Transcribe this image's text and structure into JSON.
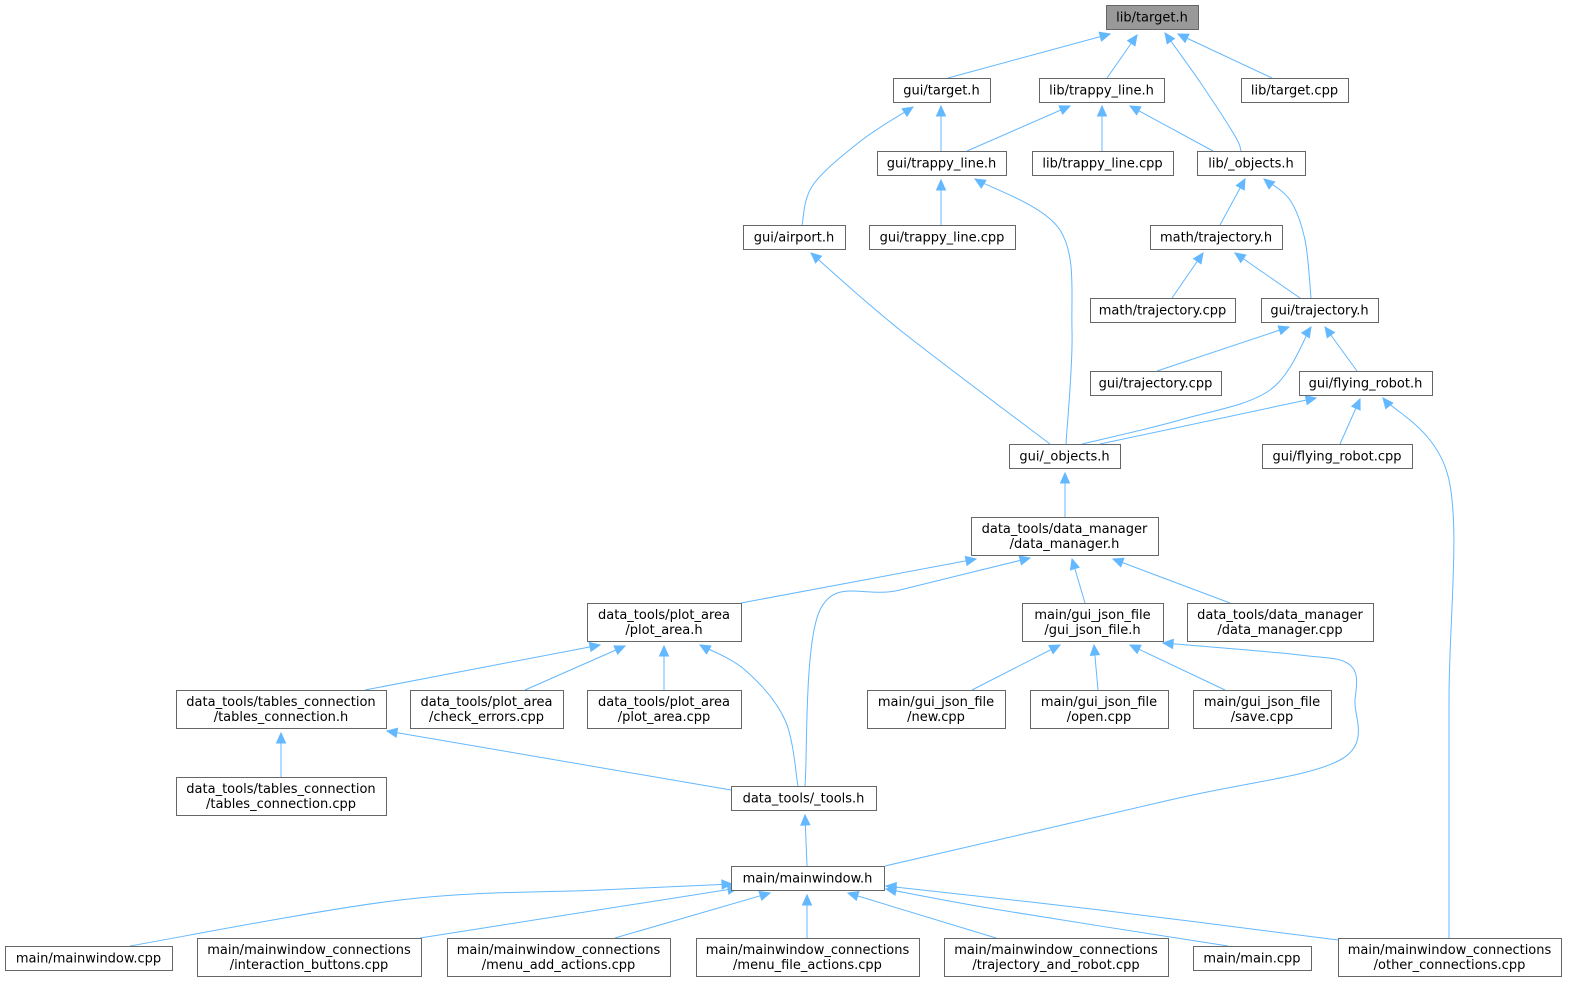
{
  "diagram": {
    "type": "include-dependency-graph",
    "colors": {
      "edge": "#63b8ff",
      "node_border": "#666666",
      "root_fill": "#999999",
      "node_fill": "#ffffff"
    },
    "nodes": [
      {
        "id": "lib_target_h",
        "lines": [
          "lib/target.h"
        ],
        "root": true
      },
      {
        "id": "gui_target_h",
        "lines": [
          "gui/target.h"
        ]
      },
      {
        "id": "lib_trappy_line_h",
        "lines": [
          "lib/trappy_line.h"
        ]
      },
      {
        "id": "lib_target_cpp",
        "lines": [
          "lib/target.cpp"
        ]
      },
      {
        "id": "gui_trappy_line_h",
        "lines": [
          "gui/trappy_line.h"
        ]
      },
      {
        "id": "lib_trappy_line_cpp",
        "lines": [
          "lib/trappy_line.cpp"
        ]
      },
      {
        "id": "lib_objects_h",
        "lines": [
          "lib/_objects.h"
        ]
      },
      {
        "id": "gui_airport_h",
        "lines": [
          "gui/airport.h"
        ]
      },
      {
        "id": "gui_trappy_line_cpp",
        "lines": [
          "gui/trappy_line.cpp"
        ]
      },
      {
        "id": "math_trajectory_h",
        "lines": [
          "math/trajectory.h"
        ]
      },
      {
        "id": "math_trajectory_cpp",
        "lines": [
          "math/trajectory.cpp"
        ]
      },
      {
        "id": "gui_trajectory_h",
        "lines": [
          "gui/trajectory.h"
        ]
      },
      {
        "id": "gui_trajectory_cpp",
        "lines": [
          "gui/trajectory.cpp"
        ]
      },
      {
        "id": "gui_flying_robot_h",
        "lines": [
          "gui/flying_robot.h"
        ]
      },
      {
        "id": "gui_objects_h",
        "lines": [
          "gui/_objects.h"
        ]
      },
      {
        "id": "gui_flying_robot_cpp",
        "lines": [
          "gui/flying_robot.cpp"
        ]
      },
      {
        "id": "dm_h",
        "lines": [
          "data_tools/data_manager",
          "/data_manager.h"
        ]
      },
      {
        "id": "plot_area_h",
        "lines": [
          "data_tools/plot_area",
          "/plot_area.h"
        ]
      },
      {
        "id": "gui_json_h",
        "lines": [
          "main/gui_json_file",
          "/gui_json_file.h"
        ]
      },
      {
        "id": "dm_cpp",
        "lines": [
          "data_tools/data_manager",
          "/data_manager.cpp"
        ]
      },
      {
        "id": "tables_h",
        "lines": [
          "data_tools/tables_connection",
          "/tables_connection.h"
        ]
      },
      {
        "id": "check_errors_cpp",
        "lines": [
          "data_tools/plot_area",
          "/check_errors.cpp"
        ]
      },
      {
        "id": "plot_area_cpp",
        "lines": [
          "data_tools/plot_area",
          "/plot_area.cpp"
        ]
      },
      {
        "id": "json_new_cpp",
        "lines": [
          "main/gui_json_file",
          "/new.cpp"
        ]
      },
      {
        "id": "json_open_cpp",
        "lines": [
          "main/gui_json_file",
          "/open.cpp"
        ]
      },
      {
        "id": "json_save_cpp",
        "lines": [
          "main/gui_json_file",
          "/save.cpp"
        ]
      },
      {
        "id": "tables_cpp",
        "lines": [
          "data_tools/tables_connection",
          "/tables_connection.cpp"
        ]
      },
      {
        "id": "tools_h",
        "lines": [
          "data_tools/_tools.h"
        ]
      },
      {
        "id": "mainwindow_h",
        "lines": [
          "main/mainwindow.h"
        ]
      },
      {
        "id": "mainwindow_cpp",
        "lines": [
          "main/mainwindow.cpp"
        ]
      },
      {
        "id": "interaction_buttons_cpp",
        "lines": [
          "main/mainwindow_connections",
          "/interaction_buttons.cpp"
        ]
      },
      {
        "id": "menu_add_actions_cpp",
        "lines": [
          "main/mainwindow_connections",
          "/menu_add_actions.cpp"
        ]
      },
      {
        "id": "menu_file_actions_cpp",
        "lines": [
          "main/mainwindow_connections",
          "/menu_file_actions.cpp"
        ]
      },
      {
        "id": "traj_robot_cpp",
        "lines": [
          "main/mainwindow_connections",
          "/trajectory_and_robot.cpp"
        ]
      },
      {
        "id": "main_cpp",
        "lines": [
          "main/main.cpp"
        ]
      },
      {
        "id": "other_connections_cpp",
        "lines": [
          "main/mainwindow_connections",
          "/other_connections.cpp"
        ]
      }
    ],
    "edges": [
      {
        "from": "gui_target_h",
        "to": "lib_target_h"
      },
      {
        "from": "lib_trappy_line_h",
        "to": "lib_target_h"
      },
      {
        "from": "lib_target_cpp",
        "to": "lib_target_h"
      },
      {
        "from": "lib_objects_h",
        "to": "lib_target_h"
      },
      {
        "from": "gui_trappy_line_h",
        "to": "gui_target_h"
      },
      {
        "from": "gui_airport_h",
        "to": "gui_target_h"
      },
      {
        "from": "gui_trappy_line_h",
        "to": "lib_trappy_line_h"
      },
      {
        "from": "lib_trappy_line_cpp",
        "to": "lib_trappy_line_h"
      },
      {
        "from": "lib_objects_h",
        "to": "lib_trappy_line_h"
      },
      {
        "from": "gui_trappy_line_cpp",
        "to": "gui_trappy_line_h"
      },
      {
        "from": "gui_objects_h",
        "to": "gui_trappy_line_h"
      },
      {
        "from": "math_trajectory_h",
        "to": "lib_objects_h"
      },
      {
        "from": "gui_trajectory_h",
        "to": "lib_objects_h"
      },
      {
        "from": "gui_objects_h",
        "to": "gui_airport_h"
      },
      {
        "from": "math_trajectory_cpp",
        "to": "math_trajectory_h"
      },
      {
        "from": "gui_trajectory_h",
        "to": "math_trajectory_h"
      },
      {
        "from": "gui_trajectory_cpp",
        "to": "gui_trajectory_h"
      },
      {
        "from": "gui_objects_h",
        "to": "gui_trajectory_h"
      },
      {
        "from": "gui_flying_robot_h",
        "to": "gui_trajectory_h"
      },
      {
        "from": "gui_objects_h",
        "to": "gui_flying_robot_h"
      },
      {
        "from": "gui_flying_robot_cpp",
        "to": "gui_flying_robot_h"
      },
      {
        "from": "other_connections_cpp",
        "to": "gui_flying_robot_h"
      },
      {
        "from": "dm_h",
        "to": "gui_objects_h"
      },
      {
        "from": "plot_area_h",
        "to": "dm_h"
      },
      {
        "from": "tools_h",
        "to": "dm_h"
      },
      {
        "from": "gui_json_h",
        "to": "dm_h"
      },
      {
        "from": "dm_cpp",
        "to": "dm_h"
      },
      {
        "from": "tables_h",
        "to": "plot_area_h"
      },
      {
        "from": "check_errors_cpp",
        "to": "plot_area_h"
      },
      {
        "from": "plot_area_cpp",
        "to": "plot_area_h"
      },
      {
        "from": "tools_h",
        "to": "plot_area_h"
      },
      {
        "from": "json_new_cpp",
        "to": "gui_json_h"
      },
      {
        "from": "json_open_cpp",
        "to": "gui_json_h"
      },
      {
        "from": "json_save_cpp",
        "to": "gui_json_h"
      },
      {
        "from": "mainwindow_h",
        "to": "gui_json_h"
      },
      {
        "from": "tables_cpp",
        "to": "tables_h"
      },
      {
        "from": "tools_h",
        "to": "tables_h"
      },
      {
        "from": "mainwindow_h",
        "to": "tools_h"
      },
      {
        "from": "mainwindow_cpp",
        "to": "mainwindow_h"
      },
      {
        "from": "interaction_buttons_cpp",
        "to": "mainwindow_h"
      },
      {
        "from": "menu_add_actions_cpp",
        "to": "mainwindow_h"
      },
      {
        "from": "menu_file_actions_cpp",
        "to": "mainwindow_h"
      },
      {
        "from": "traj_robot_cpp",
        "to": "mainwindow_h"
      },
      {
        "from": "main_cpp",
        "to": "mainwindow_h"
      },
      {
        "from": "other_connections_cpp",
        "to": "mainwindow_h"
      }
    ]
  }
}
